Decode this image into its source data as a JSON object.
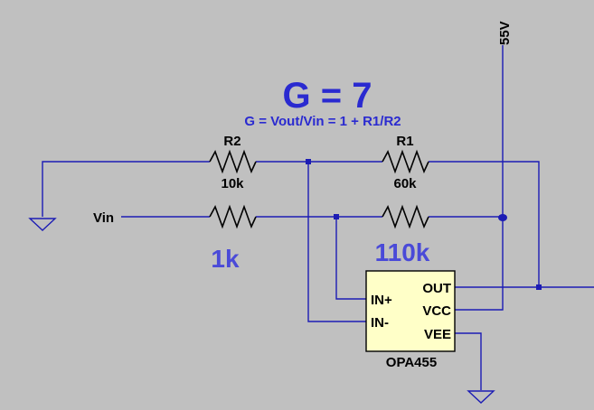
{
  "gain_title": "G = 7",
  "gain_formula": "G = Vout/Vin = 1 + R1/R2",
  "supply_label": "55V",
  "input_label": "Vin",
  "resistors": {
    "r2": {
      "name": "R2",
      "value": "10k"
    },
    "r1": {
      "name": "R1",
      "value": "60k"
    },
    "r_left_overlay": "1k",
    "r_right_overlay": "110k"
  },
  "opamp": {
    "part": "OPA455",
    "pins": {
      "in_plus": "IN+",
      "in_minus": "IN-",
      "out": "OUT",
      "vcc": "VCC",
      "vee": "VEE"
    },
    "fill": "#ffffc8"
  },
  "colors": {
    "wire": "#1c1cb4",
    "background": "#c0c0c0"
  }
}
